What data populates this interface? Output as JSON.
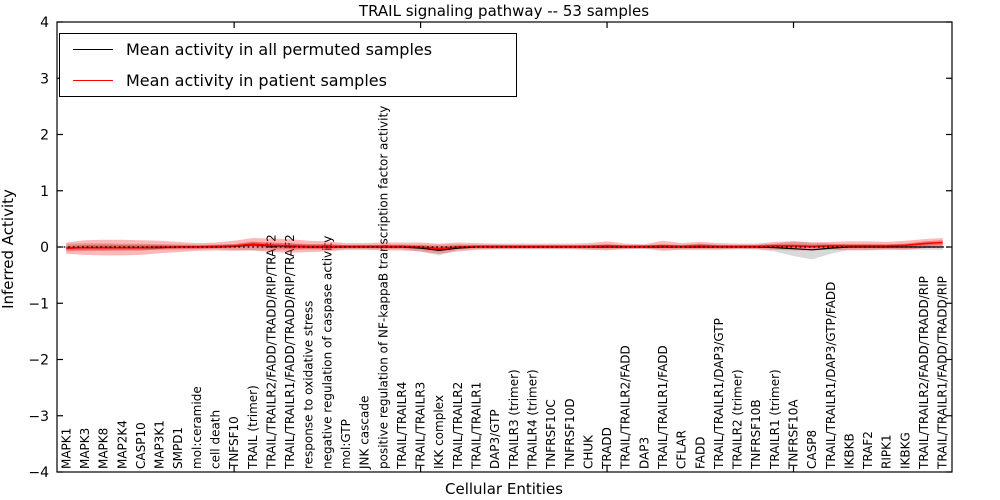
{
  "chart_data": {
    "type": "line",
    "title": "TRAIL signaling pathway -- 53 samples",
    "xlabel": "Cellular Entities",
    "ylabel": "Inferred Activity",
    "ylim": [
      -4,
      4
    ],
    "yticks": [
      4,
      3,
      2,
      1,
      0,
      -1,
      -2,
      -3,
      -4
    ],
    "xticks_major": [
      10,
      20,
      30,
      40
    ],
    "grid": false,
    "legend_position": "upper left",
    "categories": [
      "MAPK1",
      "MAPK3",
      "MAPK8",
      "MAP2K4",
      "CASP10",
      "MAP3K1",
      "SMPD1",
      "mol:ceramide",
      "cell death",
      "TNFSF10",
      "TRAIL (trimer)",
      "TRAIL/TRAILR2/FADD/TRADD/RIP/TRAF2",
      "TRAIL/TRAILR1/FADD/TRADD/RIP/TRAF2",
      "response to oxidative stress",
      "negative regulation of caspase activity",
      "mol:GTP",
      "JNK cascade",
      "positive regulation of NF-kappaB transcription factor activity",
      "TRAIL/TRAILR4",
      "TRAIL/TRAILR3",
      "IKK complex",
      "TRAIL/TRAILR2",
      "TRAIL/TRAILR1",
      "DAP3/GTP",
      "TRAILR3 (trimer)",
      "TRAILR4 (trimer)",
      "TNFRSF10C",
      "TNFRSF10D",
      "CHUK",
      "TRADD",
      "TRAIL/TRAILR2/FADD",
      "DAP3",
      "TRAIL/TRAILR1/FADD",
      "CFLAR",
      "FADD",
      "TRAIL/TRAILR1/DAP3/GTP",
      "TRAILR2 (trimer)",
      "TNFRSF10B",
      "TRAILR1 (trimer)",
      "TNFRSF10A",
      "CASP8",
      "TRAIL/TRAILR1/DAP3/GTP/FADD",
      "IKBKB",
      "TRAF2",
      "RIPK1",
      "IKBKG",
      "TRAIL/TRAILR2/FADD/TRADD/RIP",
      "TRAIL/TRAILR1/FADD/TRADD/RIP"
    ],
    "series": [
      {
        "name": "Mean activity in all permuted samples",
        "color": "#000000",
        "linestyle": "solid",
        "values": [
          -0.02,
          -0.01,
          -0.01,
          -0.01,
          -0.01,
          -0.01,
          0,
          0,
          0,
          0.01,
          0.04,
          0.02,
          0.01,
          0,
          0,
          0,
          0,
          0,
          0,
          -0.02,
          -0.06,
          -0.02,
          0,
          0,
          0,
          0,
          0,
          0,
          0,
          0,
          0,
          0,
          0,
          0,
          0,
          0,
          0,
          0,
          -0.01,
          -0.03,
          -0.05,
          -0.02,
          0,
          0,
          0,
          0,
          0,
          0
        ]
      },
      {
        "name": "Mean activity in patient samples",
        "color": "#ff0000",
        "linestyle": "solid",
        "values": [
          -0.02,
          -0.01,
          -0.01,
          -0.01,
          -0.01,
          0,
          0,
          0,
          0.01,
          0.02,
          0.05,
          0.03,
          0.02,
          0.01,
          0.01,
          0.01,
          0.01,
          0.01,
          0.01,
          0,
          -0.03,
          0,
          0.01,
          0.01,
          0.01,
          0.01,
          0.01,
          0.01,
          0.01,
          0.02,
          0.01,
          0.01,
          0.02,
          0.01,
          0.02,
          0.01,
          0.01,
          0.01,
          0.02,
          0.02,
          0.01,
          0.02,
          0.02,
          0.02,
          0.02,
          0.03,
          0.06,
          0.08
        ]
      }
    ],
    "reference_line": {
      "y": 0,
      "color": "#000000",
      "linestyle": "dotted"
    },
    "bands": [
      {
        "name": "permuted-samples-spread",
        "color": "#808080",
        "opacity": 0.3,
        "upper": [
          0.06,
          0.07,
          0.07,
          0.06,
          0.06,
          0.05,
          0.05,
          0.04,
          0.04,
          0.05,
          0.1,
          0.06,
          0.06,
          0.05,
          0.05,
          0.04,
          0.04,
          0.04,
          0.04,
          0.04,
          0.04,
          0.05,
          0.04,
          0.04,
          0.03,
          0.03,
          0.03,
          0.03,
          0.04,
          0.04,
          0.03,
          0.03,
          0.04,
          0.04,
          0.06,
          0.04,
          0.03,
          0.04,
          0.06,
          0.1,
          0.08,
          0.06,
          0.05,
          0.05,
          0.04,
          0.05,
          0.05,
          0.05
        ],
        "lower": [
          -0.08,
          -0.07,
          -0.07,
          -0.06,
          -0.06,
          -0.05,
          -0.05,
          -0.04,
          -0.04,
          -0.05,
          -0.06,
          -0.06,
          -0.06,
          -0.05,
          -0.05,
          -0.04,
          -0.04,
          -0.04,
          -0.04,
          -0.08,
          -0.15,
          -0.05,
          -0.04,
          -0.04,
          -0.03,
          -0.03,
          -0.03,
          -0.03,
          -0.04,
          -0.04,
          -0.03,
          -0.03,
          -0.04,
          -0.04,
          -0.04,
          -0.04,
          -0.03,
          -0.04,
          -0.08,
          -0.16,
          -0.22,
          -0.12,
          -0.05,
          -0.05,
          -0.04,
          -0.05,
          -0.05,
          -0.05
        ]
      },
      {
        "name": "patient-samples-spread-outer",
        "color": "#ff0000",
        "opacity": 0.28,
        "upper": [
          0.08,
          0.12,
          0.13,
          0.13,
          0.12,
          0.11,
          0.09,
          0.07,
          0.08,
          0.11,
          0.16,
          0.15,
          0.14,
          0.11,
          0.1,
          0.07,
          0.07,
          0.08,
          0.08,
          0.08,
          0.06,
          0.08,
          0.07,
          0.06,
          0.06,
          0.06,
          0.06,
          0.06,
          0.07,
          0.1,
          0.06,
          0.05,
          0.11,
          0.07,
          0.09,
          0.07,
          0.06,
          0.06,
          0.09,
          0.1,
          0.08,
          0.09,
          0.1,
          0.1,
          0.09,
          0.11,
          0.14,
          0.16
        ],
        "lower": [
          -0.12,
          -0.14,
          -0.15,
          -0.15,
          -0.14,
          -0.11,
          -0.09,
          -0.07,
          -0.06,
          -0.07,
          -0.06,
          -0.09,
          -0.1,
          -0.09,
          -0.08,
          -0.05,
          -0.05,
          -0.06,
          -0.06,
          -0.08,
          -0.12,
          -0.08,
          -0.05,
          -0.04,
          -0.04,
          -0.04,
          -0.04,
          -0.04,
          -0.05,
          -0.06,
          -0.04,
          -0.03,
          -0.07,
          -0.05,
          -0.05,
          -0.05,
          -0.04,
          -0.04,
          -0.05,
          -0.06,
          -0.06,
          -0.05,
          -0.06,
          -0.06,
          -0.05,
          -0.05,
          -0.02,
          0.0
        ],
        "name_note": "outer light red spread"
      },
      {
        "name": "patient-samples-spread-inner",
        "color": "#ff0000",
        "opacity": 0.35,
        "upper": [
          0.02,
          0.04,
          0.04,
          0.04,
          0.04,
          0.04,
          0.03,
          0.03,
          0.04,
          0.05,
          0.09,
          0.08,
          0.07,
          0.05,
          0.05,
          0.03,
          0.03,
          0.04,
          0.04,
          0.03,
          0.01,
          0.03,
          0.03,
          0.03,
          0.03,
          0.03,
          0.03,
          0.03,
          0.03,
          0.05,
          0.03,
          0.03,
          0.05,
          0.03,
          0.05,
          0.03,
          0.03,
          0.03,
          0.05,
          0.05,
          0.04,
          0.05,
          0.05,
          0.05,
          0.05,
          0.06,
          0.1,
          0.12
        ],
        "lower": [
          -0.06,
          -0.06,
          -0.06,
          -0.06,
          -0.06,
          -0.04,
          -0.03,
          -0.03,
          -0.02,
          -0.01,
          0.01,
          -0.02,
          -0.03,
          -0.03,
          -0.03,
          -0.01,
          -0.01,
          -0.02,
          -0.02,
          -0.03,
          -0.07,
          -0.03,
          -0.01,
          -0.01,
          -0.01,
          -0.01,
          -0.01,
          -0.01,
          -0.01,
          -0.01,
          -0.01,
          -0.01,
          -0.01,
          -0.01,
          -0.01,
          -0.01,
          -0.01,
          -0.01,
          -0.01,
          -0.01,
          -0.02,
          -0.01,
          -0.01,
          -0.01,
          -0.01,
          0.0,
          0.02,
          0.04
        ]
      }
    ]
  }
}
